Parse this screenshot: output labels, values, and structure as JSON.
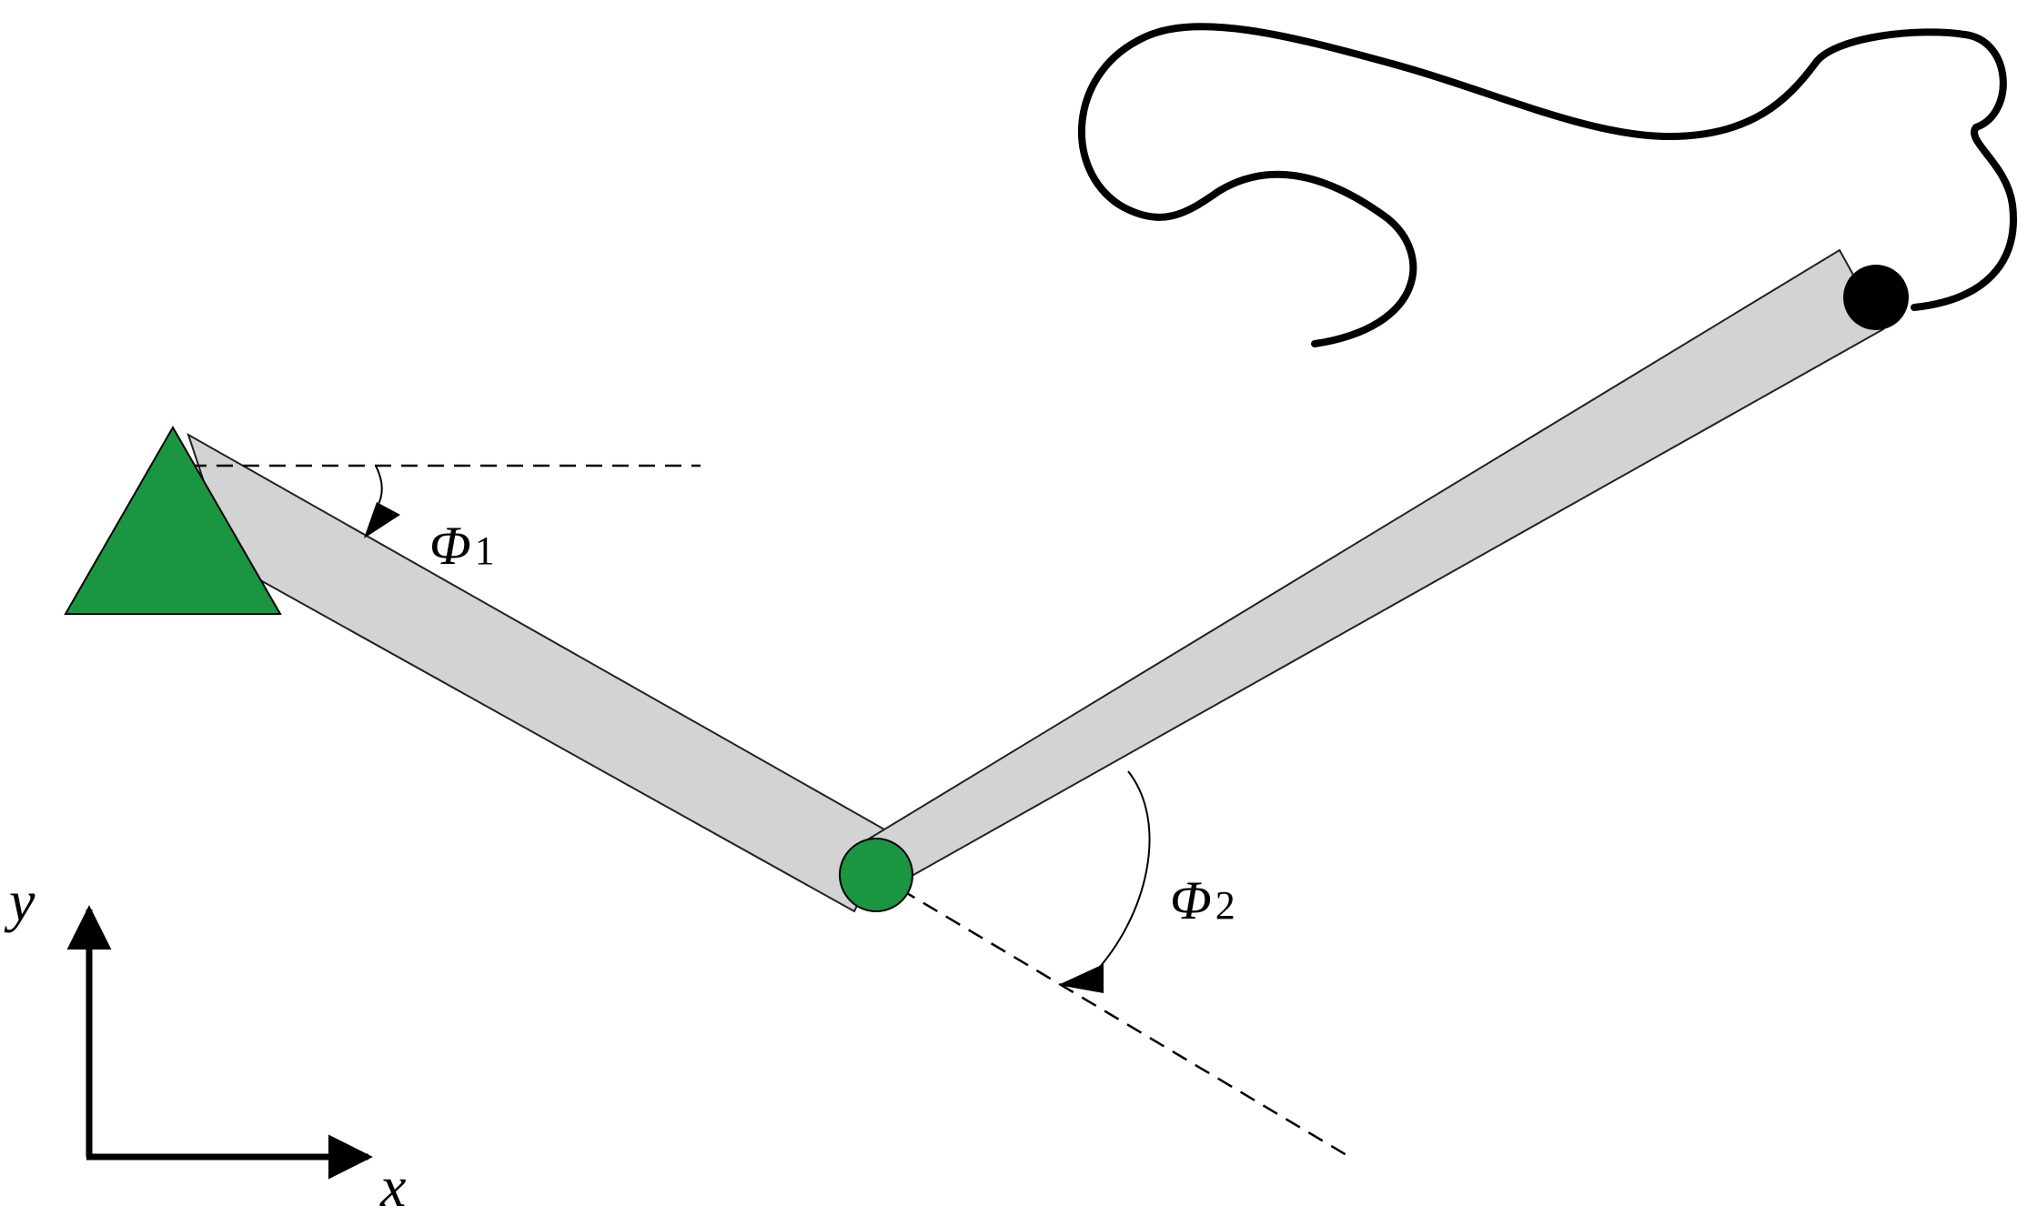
{
  "labels": {
    "phi1": {
      "symbol": "Φ",
      "subscript": "1"
    },
    "phi2": {
      "symbol": "Φ",
      "subscript": "2"
    },
    "axis_x": "x",
    "axis_y": "y"
  },
  "colors": {
    "link_fill": "#d3d3d3",
    "link_stroke": "#222222",
    "base_joint": "#1a9641",
    "elbow_joint": "#1a9641",
    "end_effector": "#000000",
    "trajectory": "#000000",
    "reference_line": "#000000"
  }
}
